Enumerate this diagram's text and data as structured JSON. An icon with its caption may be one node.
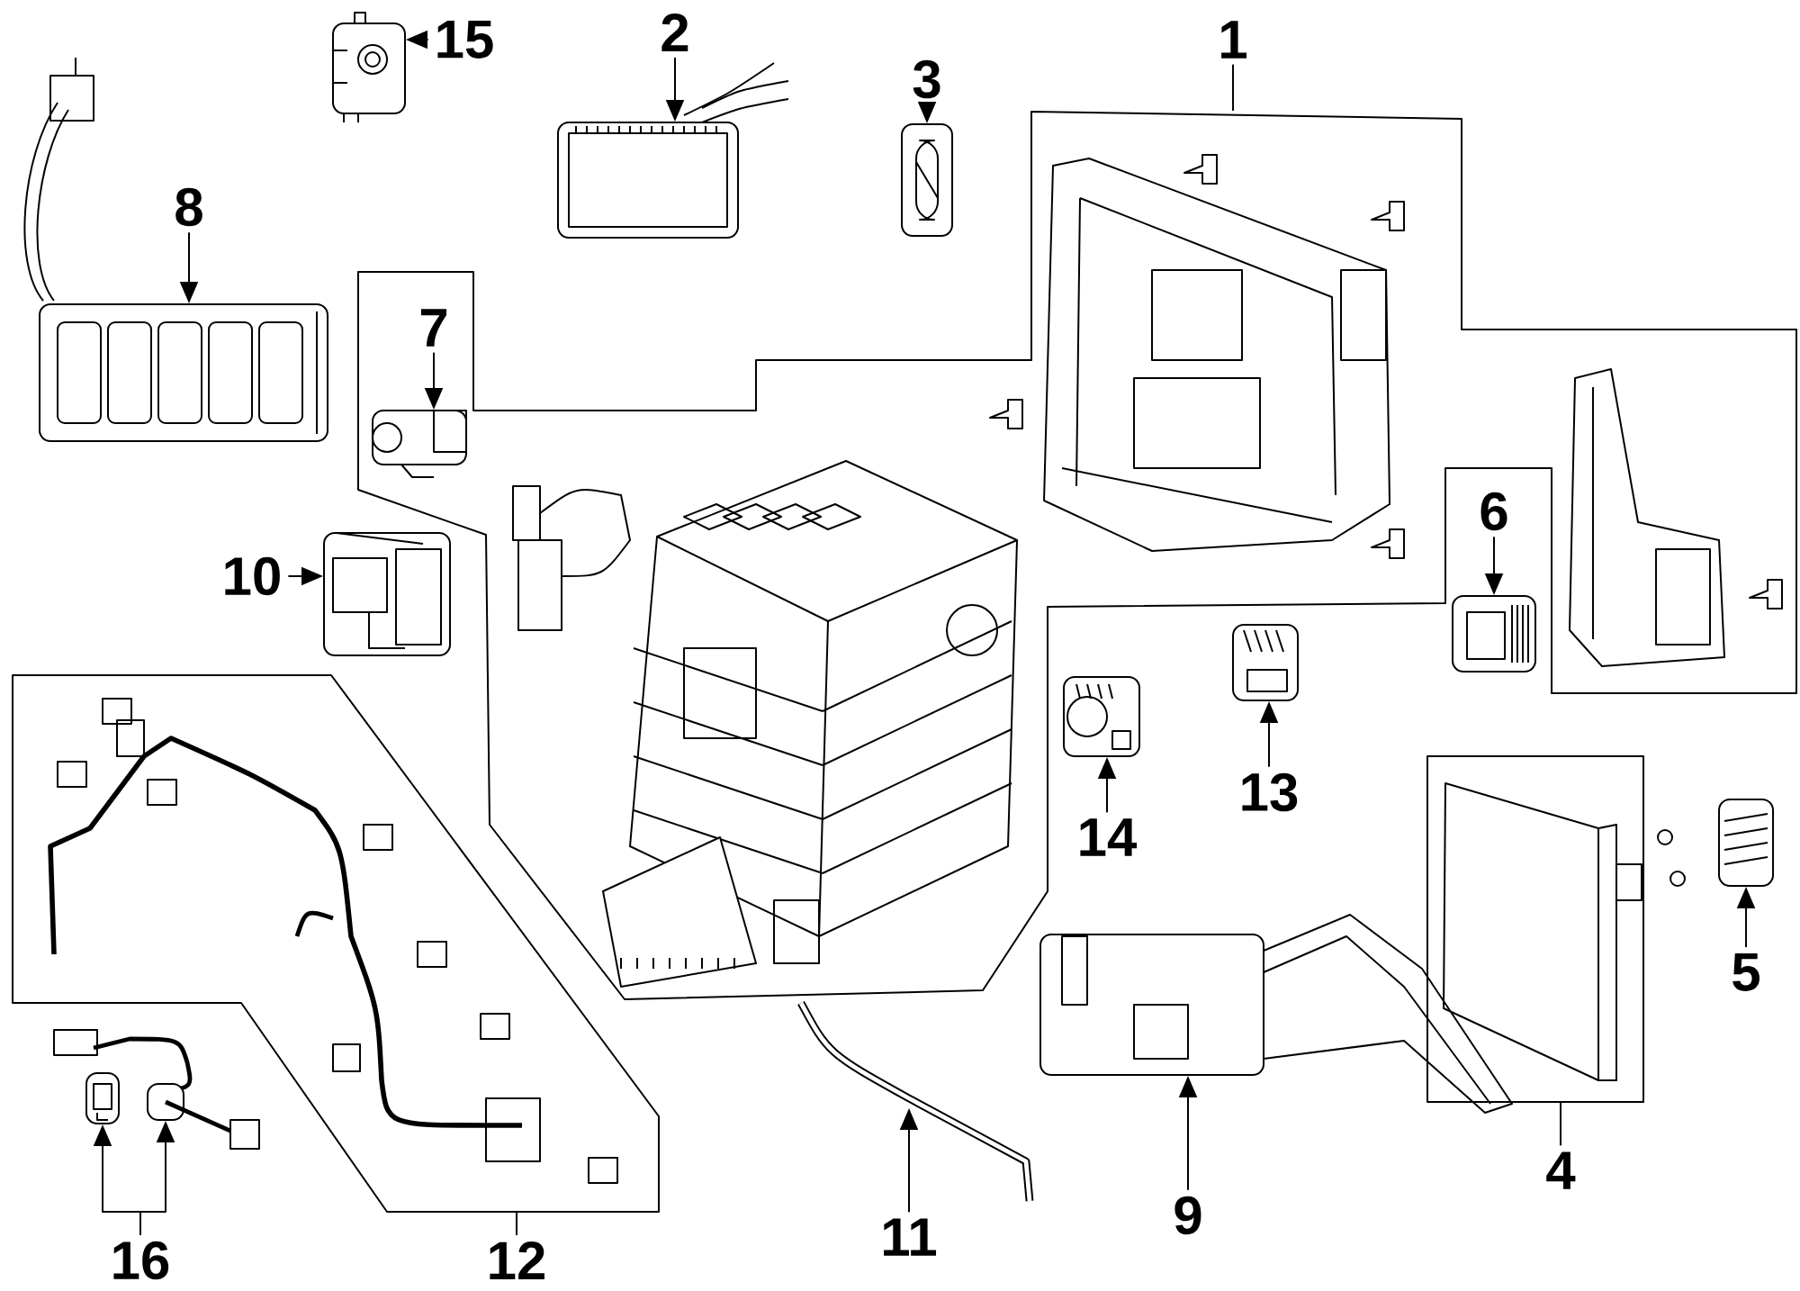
{
  "diagram": {
    "nodes": [
      {
        "text": [],
        "shape": "box"
      },
      {
        "text": [
          "12"
        ]
      },
      {
        "text": [
          "16"
        ]
      },
      {
        "text": [],
        "shape": "picture"
      },
      {
        "text": [],
        "shape": "picture"
      },
      {
        "text": [
          "15"
        ]
      },
      {
        "text": [],
        "shape": "picture"
      },
      {
        "text": [
          "2"
        ]
      },
      {
        "text": [],
        "shape": "picture"
      },
      {
        "text": [
          "3"
        ]
      },
      {
        "text": [],
        "shape": "picture"
      },
      {
        "text": [
          "1"
        ]
      },
      {
        "text": [],
        "shape": "box"
      },
      {
        "text": [
          "7"
        ],
        "in": 12
      },
      {
        "text": [],
        "shape": "picture",
        "in": 12
      },
      {
        "text": [
          "8"
        ]
      },
      {
        "text": [],
        "shape": "picture"
      },
      {
        "text": [
          "10"
        ]
      },
      {
        "text": [],
        "shape": "picture"
      },
      {
        "text": [
          "6"
        ]
      },
      {
        "text": [],
        "shape": "picture"
      },
      {
        "text": [
          "14"
        ]
      },
      {
        "text": [],
        "shape": "picture"
      },
      {
        "text": [
          "13"
        ]
      },
      {
        "text": [],
        "shape": "picture"
      },
      {
        "text": [
          "5"
        ]
      },
      {
        "text": [],
        "shape": "picture"
      },
      {
        "text": [],
        "shape": "box"
      },
      {
        "text": [
          "4"
        ]
      },
      {
        "text": [],
        "shape": "picture"
      },
      {
        "text": [
          "9"
        ]
      },
      {
        "text": [],
        "shape": "picture"
      },
      {
        "text": [
          "11"
        ]
      }
    ],
    "edges": [
      {
        "from": 5,
        "to": 6,
        "arrow": "to"
      },
      {
        "from": 7,
        "to": 8,
        "arrow": "to"
      },
      {
        "from": 9,
        "to": 10,
        "arrow": "to"
      },
      {
        "from": 11,
        "to": 12,
        "arrow": "none"
      },
      {
        "from": 13,
        "to": 14,
        "arrow": "to"
      },
      {
        "from": 15,
        "to": 16,
        "arrow": "to"
      },
      {
        "from": 17,
        "to": 18,
        "arrow": "to"
      },
      {
        "from": 19,
        "to": 20,
        "arrow": "to"
      },
      {
        "from": 21,
        "to": 22,
        "arrow": "to"
      },
      {
        "from": 23,
        "to": 24,
        "arrow": "to"
      },
      {
        "from": 25,
        "to": 26,
        "arrow": "to"
      },
      {
        "from": 28,
        "to": 27,
        "arrow": "none"
      },
      {
        "from": 30,
        "to": 29,
        "arrow": "to"
      },
      {
        "from": 32,
        "to": 31,
        "arrow": "to"
      },
      {
        "from": 1,
        "to": 0,
        "arrow": "none"
      },
      {
        "from": 2,
        "to": 3,
        "arrow": "to"
      },
      {
        "from": 2,
        "to": 4,
        "arrow": "to"
      }
    ]
  }
}
